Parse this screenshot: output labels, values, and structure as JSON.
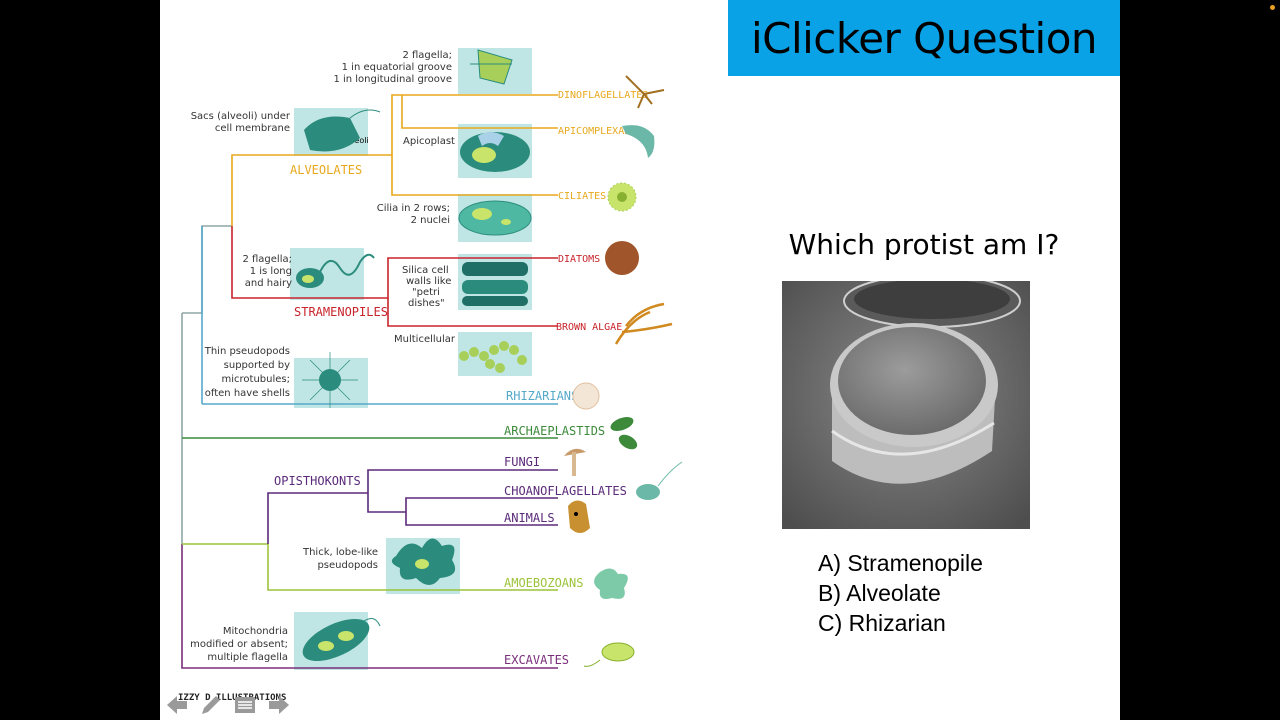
{
  "slide": {
    "banner_title": "iClicker Question",
    "question": "Which protist am I?",
    "answers": [
      "A) Stramenopile",
      "B) Alveolate",
      "C) Rhizarian"
    ]
  },
  "tree": {
    "groups": {
      "alveolates": "ALVEOLATES",
      "stramenopiles": "STRAMENOPILES",
      "opisthokonts": "OPISTHOKONTS"
    },
    "leaves": {
      "dinoflagellates": "DINOFLAGELLATES",
      "apicomplexan": "APICOMPLEXAN",
      "ciliates": "CILIATES",
      "diatoms": "DIATOMS",
      "brown_algae": "BROWN ALGAE",
      "rhizarians": "RHIZARIANS",
      "archaeplastids": "ARCHAEPLASTIDS",
      "fungi": "FUNGI",
      "choanoflagellates": "CHOANOFLAGELLATES",
      "animals": "ANIMALS",
      "amoebozoans": "AMOEBOZOANS",
      "excavates": "EXCAVATES"
    },
    "notes": {
      "dino_1": "2 flagella;",
      "dino_2": "1 in equatorial groove",
      "dino_3": "1 in longitudinal groove",
      "alv_1": "Sacs (alveoli) under",
      "alv_2": "cell membrane",
      "alveoli": "Alveoli",
      "apicoplast": "Apicoplast",
      "cil_1": "Cilia in 2 rows;",
      "cil_2": "2 nuclei",
      "str_1": "2 flagella;",
      "str_2": "1 is long",
      "str_3": "and hairy",
      "sil_1": "Silica cell",
      "sil_2": "walls like",
      "sil_3": "\"petri",
      "sil_4": "dishes\"",
      "multicellular": "Multicellular",
      "rhiz_1": "Thin pseudopods",
      "rhiz_2": "supported by",
      "rhiz_3": "microtubules;",
      "rhiz_4": "often have shells",
      "amoe_1": "Thick, lobe-like",
      "amoe_2": "pseudopods",
      "exc_1": "Mitochondria",
      "exc_2": "modified or absent;",
      "exc_3": "multiple flagella"
    },
    "credit": "IZZY D ILLUSTRATIONS"
  },
  "colors": {
    "banner": "#0aa2e6",
    "alveolates": "#e8a81c",
    "stramenopiles": "#c8242c",
    "rhizarians": "#55a9c9",
    "archaeplastids": "#3d8a3a",
    "opisthokonts": "#5b2a7a",
    "amoebozoans": "#9cc43a",
    "excavates": "#7a2f7a",
    "root": "#8fa5a5",
    "teal": "#2b8c7e"
  },
  "icons": [
    "arrow-left-icon",
    "pen-icon",
    "menu-icon",
    "arrow-right-icon"
  ]
}
